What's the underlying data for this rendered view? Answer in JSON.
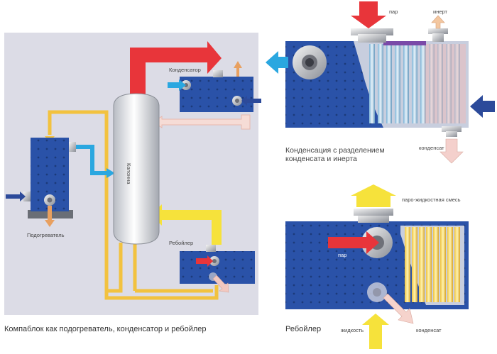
{
  "left_panel": {
    "caption": "Компаблок как подогреватель, конденсатор и ребойлер",
    "labels": {
      "condenser": "Конденсатор",
      "column": "Колонна",
      "heater": "Подогреватель",
      "reboiler": "Ребойлер"
    }
  },
  "top_right": {
    "caption_line1": "Конденсация с разделением",
    "caption_line2": "конденсата и инерта",
    "labels": {
      "steam": "пар",
      "inert": "инерт",
      "condensate": "конденсат"
    }
  },
  "bottom_right": {
    "caption": "Ребойлер",
    "labels": {
      "vapor_liquid_mix": "паро-жидкостная смесь",
      "steam": "пар",
      "liquid": "жидкость",
      "condensate": "конденсат"
    }
  },
  "colors": {
    "panel_bg": "#dcdce6",
    "exchanger_blue": "#2a52a8",
    "steam_red": "#e8353a",
    "reboil_yellow": "#f6e23b",
    "feed_yellow": "#f2c23f",
    "cooling_cyan": "#2aa7e0",
    "inlet_navy": "#2c4a9a",
    "outlet_orange": "#e8a060",
    "condensate_pink": "#f2c8c0"
  }
}
